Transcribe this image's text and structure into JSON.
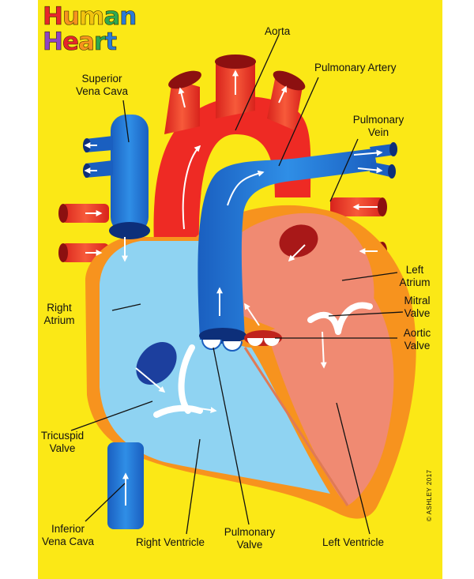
{
  "title": {
    "line1": [
      "H",
      "u",
      "m",
      "a",
      "n"
    ],
    "line2": [
      "H",
      "e",
      "a",
      "r",
      "t"
    ],
    "letter_colors": [
      "#e6262b",
      "#f7931e",
      "#f2c40f",
      "#2fa84f",
      "#2b7bd6",
      "#8e44c4",
      "#e6262b",
      "#f7931e",
      "#2fa84f",
      "#2b7bd6"
    ]
  },
  "labels": {
    "aorta": "Aorta",
    "pulmonary_artery": "Pulmonary Artery",
    "superior_vena_cava_1": "Superior",
    "superior_vena_cava_2": "Vena Cava",
    "pulmonary_vein_1": "Pulmonary",
    "pulmonary_vein_2": "Vein",
    "left_atrium_1": "Left",
    "left_atrium_2": "Atrium",
    "right_atrium_1": "Right",
    "right_atrium_2": "Atrium",
    "mitral_valve_1": "Mitral",
    "mitral_valve_2": "Valve",
    "aortic_valve_1": "Aortic",
    "aortic_valve_2": "Valve",
    "tricuspid_valve_1": "Tricuspid",
    "tricuspid_valve_2": "Valve",
    "inferior_vena_cava_1": "Inferior",
    "inferior_vena_cava_2": "Vena Cava",
    "right_ventricle": "Right Ventricle",
    "pulmonary_valve_1": "Pulmonary",
    "pulmonary_valve_2": "Valve",
    "left_ventricle": "Left Ventricle"
  },
  "copyright": "© ASHLEY 2017",
  "colors": {
    "background": "#fbe816",
    "oxygenated_red": "#ee2a24",
    "deoxygenated_blue": "#1f6fd0",
    "right_chambers": "#8fd3f2",
    "left_chambers": "#f08a72",
    "heart_wall": "#f7931e"
  }
}
